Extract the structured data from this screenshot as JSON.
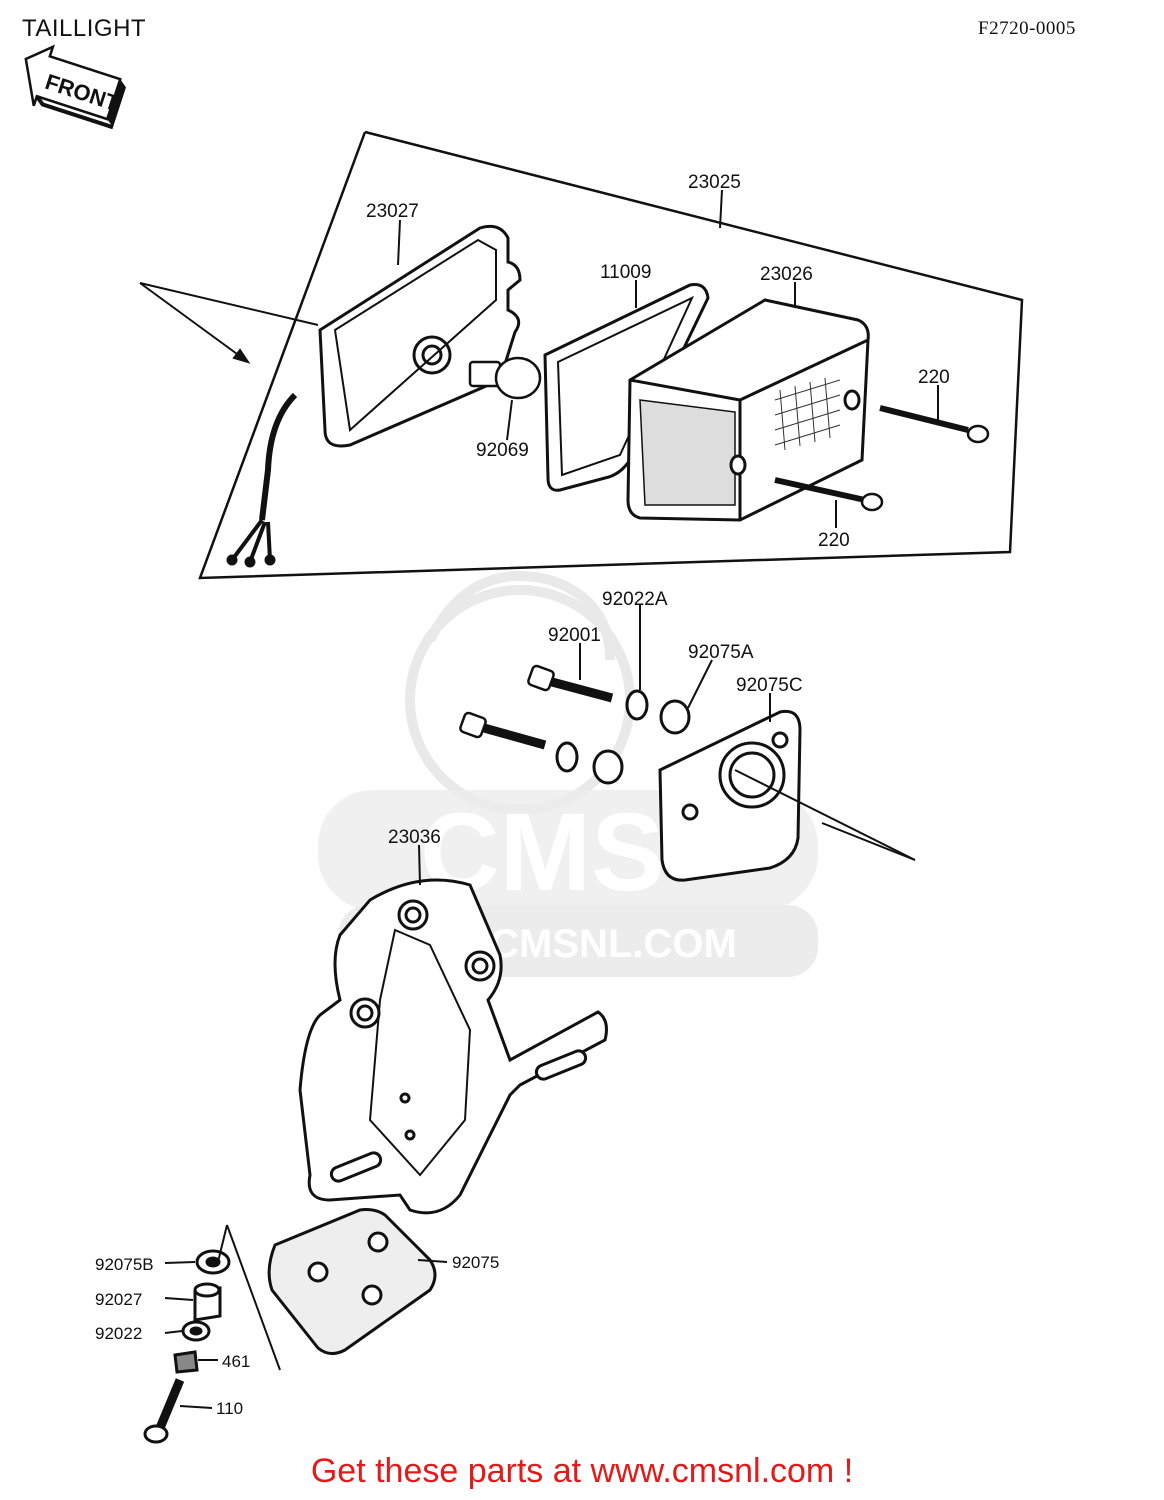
{
  "header": {
    "title": "TAILLIGHT",
    "code": "F2720-0005",
    "front_label": "FRONT"
  },
  "watermark": {
    "logo_text": "CMS",
    "url_text": "WWW.CMSNL.COM"
  },
  "parts": {
    "p23025": "23025",
    "p23027": "23027",
    "p11009": "11009",
    "p23026": "23026",
    "p220a": "220",
    "p220b": "220",
    "p92069": "92069",
    "p92022A": "92022A",
    "p92001": "92001",
    "p92075A": "92075A",
    "p92075C": "92075C",
    "p23036": "23036",
    "p92075B": "92075B",
    "p92027": "92027",
    "p92022": "92022",
    "p461": "461",
    "p110": "110",
    "p92075": "92075"
  },
  "footer": {
    "text": "Get these parts at www.cmsnl.com !"
  }
}
